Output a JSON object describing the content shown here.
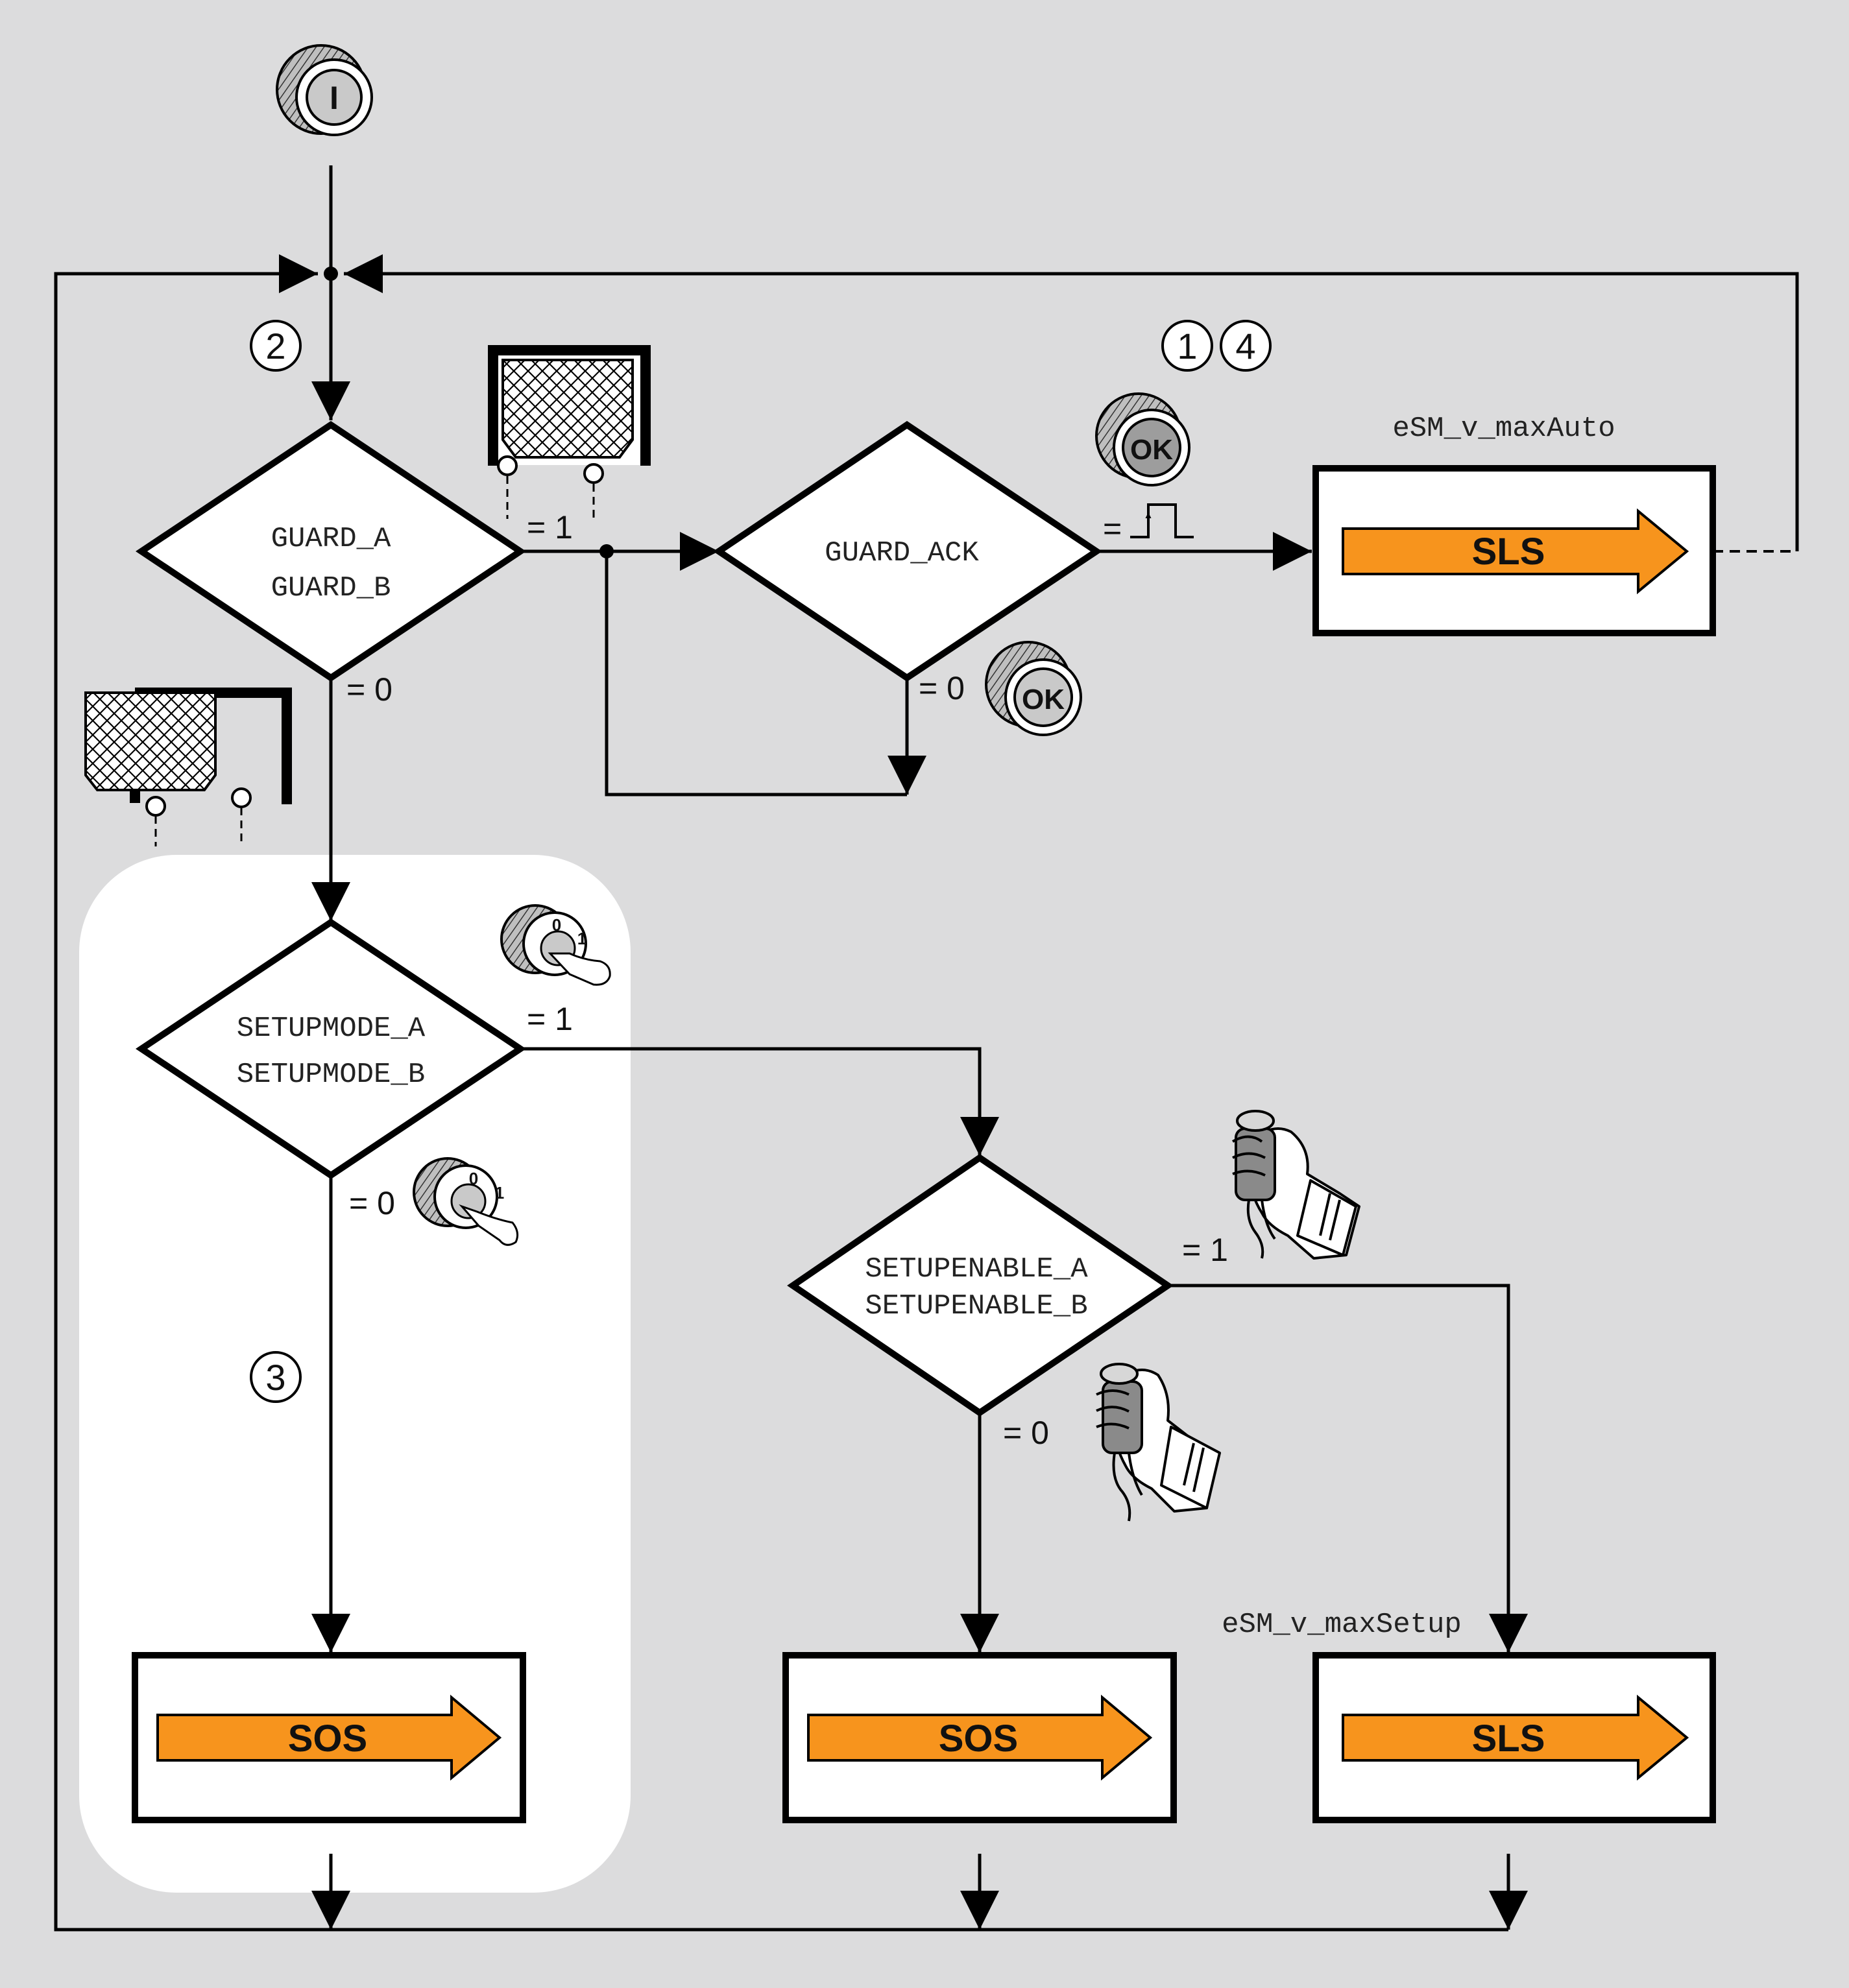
{
  "labels": {
    "guard_a": "GUARD_A",
    "guard_b": "GUARD_B",
    "guard_ack": "GUARD_ACK",
    "setupmode_a": "SETUPMODE_A",
    "setupmode_b": "SETUPMODE_B",
    "setupenable_a": "SETUPENABLE_A",
    "setupenable_b": "SETUPENABLE_B",
    "max_auto": "eSM_v_maxAuto",
    "max_setup": "eSM_v_maxSetup"
  },
  "conditions": {
    "guard_true": "= 1",
    "guard_false": "= 0",
    "ack_pulse": "=",
    "ack_false": "= 0",
    "setupmode_true": "= 1",
    "setupmode_false": "= 0",
    "setupenable_true": "= 1",
    "setupenable_false": "= 0"
  },
  "states": {
    "sls_auto": "SLS",
    "sos_setupmode": "SOS",
    "sos_setupenable": "SOS",
    "sls_setup": "SLS"
  },
  "markers": {
    "m1": "1",
    "m2": "2",
    "m3": "3",
    "m4": "4"
  },
  "buttons": {
    "start": "I",
    "ok_pressed": "OK",
    "ok_released": "OK",
    "switch_zero": "0",
    "switch_one": "1"
  },
  "colors": {
    "background": "#dcdcdd",
    "highlight_zone": "#ffffff",
    "arrow_fill": "#f7941d"
  }
}
